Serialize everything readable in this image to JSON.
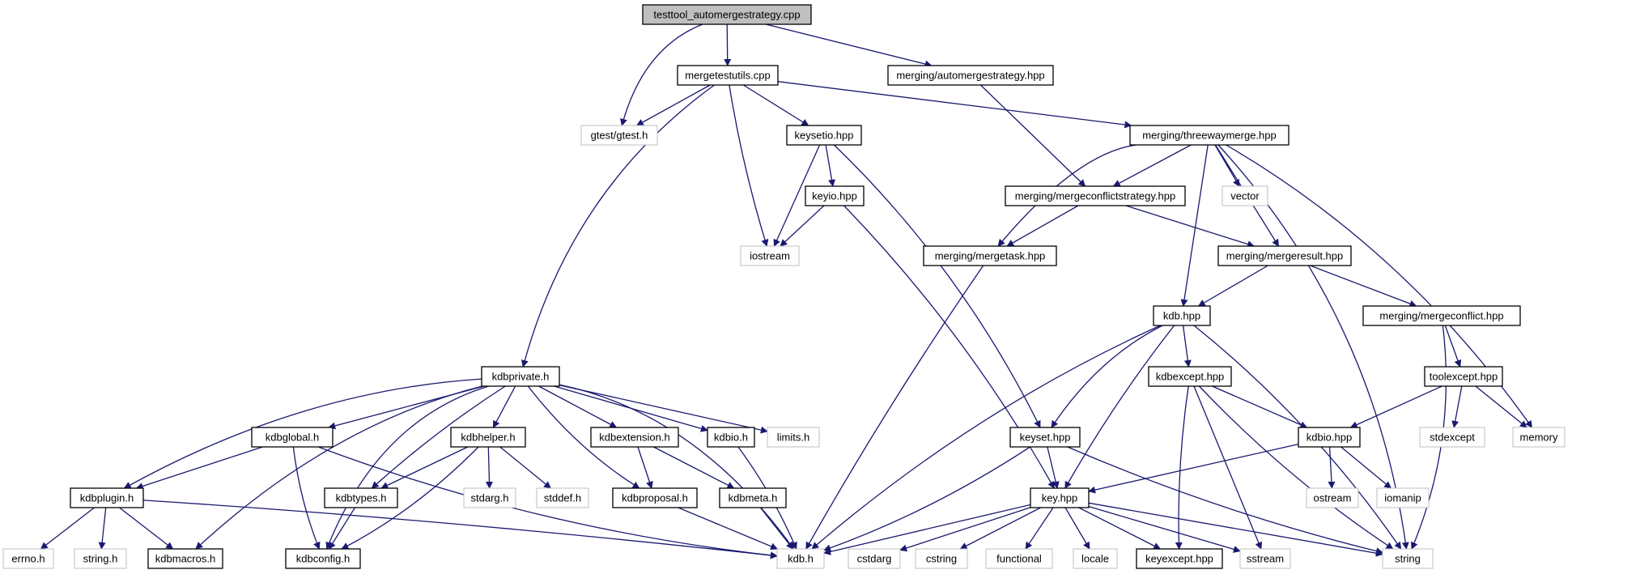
{
  "graph": {
    "root": "testtool_automergestrategy.cpp",
    "colors": {
      "edge": "#191970",
      "node_border": "#000000",
      "external_border": "#bfbfbf",
      "root_fill": "#bfbfbf",
      "text": "#000000",
      "highlight_text": "#8b0000"
    },
    "nodes": {
      "root": "testtool_automergestrategy.cpp",
      "mergetestutils": "mergetestutils.cpp",
      "automergestrategy": "merging/automergestrategy.hpp",
      "gtest": "gtest/gtest.h",
      "keysetio": "keysetio.hpp",
      "threewaymerge": "merging/threewaymerge.hpp",
      "keyio": "keyio.hpp",
      "iostream": "iostream",
      "mergeconflictstrategy": "merging/mergeconflictstrategy.hpp",
      "vector": "vector",
      "mergetask": "merging/mergetask.hpp",
      "mergeresult": "merging/mergeresult.hpp",
      "kdbhpp": "kdb.hpp",
      "mergeconflict": "merging/mergeconflict.hpp",
      "kdbprivate": "kdbprivate.h",
      "kdbexcept": "kdbexcept.hpp",
      "toolexcept": "toolexcept.hpp",
      "kdbglobal": "kdbglobal.h",
      "kdbhelper": "kdbhelper.h",
      "kdbextension": "kdbextension.h",
      "kdbio_h": "kdbio.h",
      "limits": "limits.h",
      "keyset": "keyset.hpp",
      "kdbio_hpp": "kdbio.hpp",
      "stdexcept": "stdexcept",
      "memory": "memory",
      "kdbtypes": "kdbtypes.h",
      "stdarg": "stdarg.h",
      "stddef": "stddef.h",
      "kdbproposal": "kdbproposal.h",
      "kdbmeta": "kdbmeta.h",
      "keyhpp": "key.hpp",
      "ostream": "ostream",
      "iomanip": "iomanip",
      "kdbplugin": "kdbplugin.h",
      "errno": "errno.h",
      "string_h": "string.h",
      "kdbmacros": "kdbmacros.h",
      "kdbconfig": "kdbconfig.h",
      "kdb_h": "kdb.h",
      "cstdarg": "cstdarg",
      "cstring": "cstring",
      "functional": "functional",
      "locale": "locale",
      "keyexcept": "keyexcept.hpp",
      "sstream": "sstream",
      "string": "string"
    }
  }
}
